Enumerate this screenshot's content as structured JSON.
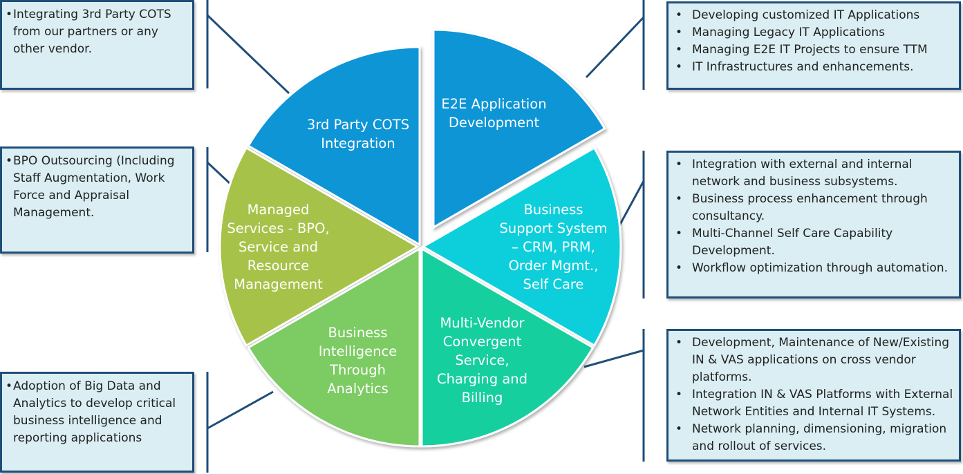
{
  "colors": {
    "e2e": "#0a95d6",
    "bss": "#0fcfdc",
    "mvc": "#12cf9f",
    "bi": "#7ccb63",
    "managed": "#a7c248",
    "cots": "#0a95d6",
    "box_fill": "#daeef3",
    "box_border": "#1f4e79",
    "connector": "#1f4e79"
  },
  "segments": [
    {
      "id": "e2e",
      "lines": [
        "E2E Application",
        "Development"
      ]
    },
    {
      "id": "bss",
      "lines": [
        "Business",
        "Support System",
        "– CRM, PRM,",
        "Order Mgmt.,",
        "Self Care"
      ]
    },
    {
      "id": "mvc",
      "lines": [
        "Multi-Vendor",
        "Convergent",
        "Service,",
        "Charging and",
        "Billing"
      ]
    },
    {
      "id": "bi",
      "lines": [
        "Business",
        "Intelligence",
        "Through",
        "Analytics"
      ]
    },
    {
      "id": "managed",
      "lines": [
        "Managed",
        "Services - BPO,",
        "Service and",
        "Resource",
        "Management"
      ]
    },
    {
      "id": "cots",
      "lines": [
        "3rd Party COTS",
        "Integration"
      ]
    }
  ],
  "boxes": {
    "cots": [
      "Integrating 3rd Party COTS from our partners or any other vendor."
    ],
    "managed": [
      "BPO Outsourcing (Including Staff Augmentation, Work Force and Appraisal Management."
    ],
    "bi": [
      "Adoption of Big Data and Analytics to develop critical business intelligence and reporting applications"
    ],
    "e2e": [
      "Developing customized IT Applications",
      "Managing Legacy IT Applications",
      "Managing E2E IT Projects to ensure TTM",
      "IT Infrastructures and enhancements."
    ],
    "bss": [
      "Integration with external and internal network and business subsystems.",
      "Business process enhancement through consultancy.",
      "Multi-Channel Self Care Capability Development.",
      "Workflow optimization through automation."
    ],
    "mvc": [
      "Development, Maintenance of New/Existing IN & VAS applications on cross vendor platforms.",
      "Integration IN & VAS Platforms with External Network Entities and Internal IT Systems.",
      "Network planning, dimensioning, migration and rollout of services."
    ]
  }
}
